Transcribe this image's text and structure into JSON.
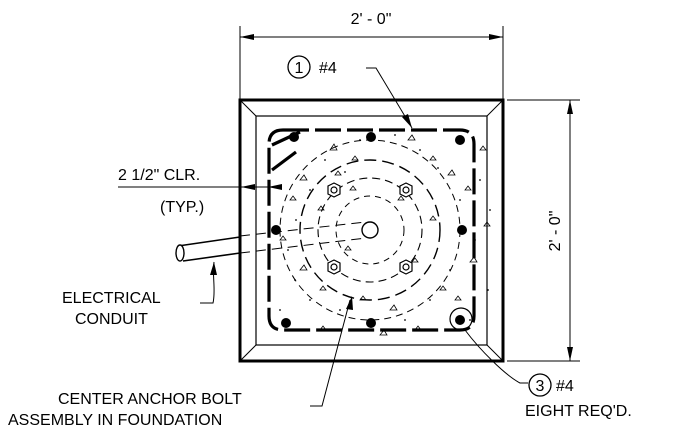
{
  "dimensions": {
    "width_label": "2' - 0\"",
    "height_label": "2' - 0\""
  },
  "callouts": {
    "top_bar": {
      "number": "1",
      "size": "#4"
    },
    "corner_bar": {
      "number": "3",
      "size": "#4",
      "note": "EIGHT REQ'D."
    },
    "clearance": {
      "line1": "2 1/2\" CLR.",
      "line2": "(TYP.)"
    },
    "conduit": {
      "line1": "ELECTRICAL",
      "line2": "CONDUIT"
    },
    "anchor": {
      "line1": "CENTER ANCHOR BOLT",
      "line2": "ASSEMBLY IN FOUNDATION"
    }
  },
  "colors": {
    "ink": "#000000",
    "paper": "#ffffff"
  }
}
